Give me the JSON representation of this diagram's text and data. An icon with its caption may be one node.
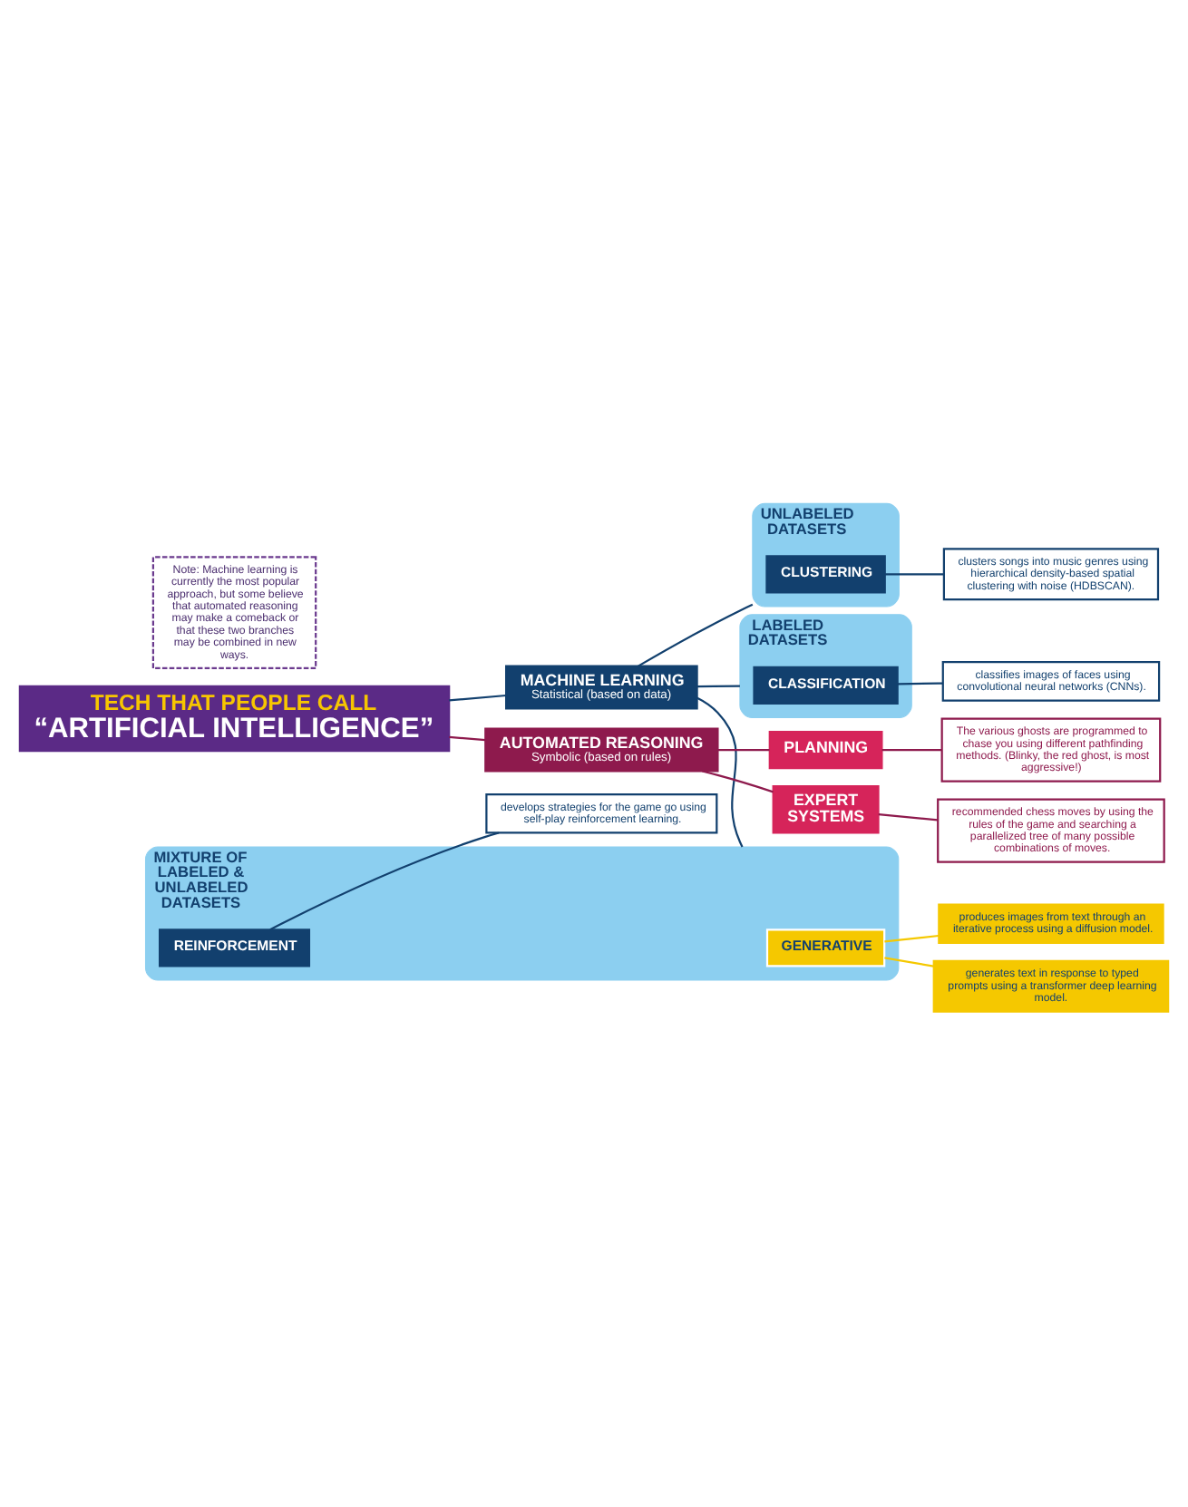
{
  "diagram": {
    "nodes": [
      {
        "text": [
          "TECH THAT PEOPLE CALL",
          "“ARTIFICIAL INTELLIGENCE”"
        ]
      },
      {
        "text": [
          "MACHINE LEARNING",
          "Statistical (based on data)"
        ]
      },
      {
        "text": [
          "AUTOMATED REASONING",
          "Symbolic (based on rules)"
        ]
      },
      {
        "text": [
          "Note: Machine learning is currently the most popular approach, but some believe that automated reasoning may make a comeback or that these two branches may be combined in new ways."
        ]
      },
      {
        "text": [
          "recommended chess moves by using the rules of the game and searching a parallelized tree of many possible combinations of moves."
        ]
      },
      {
        "text": [
          "EXPERT SYSTEMS"
        ]
      },
      {
        "text": [
          "The various ghosts are programmed to chase you using different pathfinding methods. (Blinky, the red ghost, is most aggressive!)"
        ]
      },
      {
        "text": [
          "PLANNING"
        ]
      },
      {
        "text": [
          "LABELED DATASETS"
        ]
      },
      {
        "text": [
          "CLASSIFICATION"
        ],
        "in": 8
      },
      {
        "text": [
          "classifies images of faces using convolutional neural networks (CNNs)."
        ]
      },
      {
        "text": [
          "MIXTURE OF LABELED & UNLABELED DATASETS"
        ]
      },
      {
        "text": [
          "GENERATIVE"
        ],
        "in": 11
      },
      {
        "text": [
          "REINFORCEMENT"
        ],
        "in": 11
      },
      {
        "text": [
          "produces images from text through an iterative process using a diffusion model."
        ]
      },
      {
        "text": [
          "generates text in response to typed prompts using a transformer deep learning model."
        ]
      },
      {
        "text": [
          "develops strategies for the game go using self-play reinforcement learning."
        ]
      },
      {
        "text": [
          "UNLABELED DATASETS"
        ]
      },
      {
        "text": [
          "CLUSTERING"
        ],
        "in": 17
      },
      {
        "text": [
          "clusters songs into music genres using hierarchical density-based spatial clustering with noise (HDBSCAN)."
        ]
      }
    ],
    "edges": [
      {
        "from": 0,
        "to": 1,
        "arrow": "none"
      },
      {
        "from": 0,
        "to": 2,
        "arrow": "none",
        "color": "#8e1a4d"
      },
      {
        "from": 2,
        "to": 5,
        "arrow": "none",
        "color": "#8e1a4d"
      },
      {
        "from": 2,
        "to": 7,
        "arrow": "none",
        "color": "#8e1a4d"
      },
      {
        "from": 5,
        "to": 4,
        "arrow": "none",
        "color": "#8e1a4d"
      },
      {
        "from": 7,
        "to": 6,
        "arrow": "none",
        "color": "#8e1a4d"
      },
      {
        "from": 1,
        "to": 8,
        "arrow": "none"
      },
      {
        "from": 1,
        "to": 11,
        "arrow": "none"
      },
      {
        "from": 1,
        "to": 17,
        "arrow": "none"
      },
      {
        "from": 9,
        "to": 10,
        "arrow": "none"
      },
      {
        "from": 12,
        "to": 14,
        "arrow": "none",
        "color": "#f5c800"
      },
      {
        "from": 12,
        "to": 15,
        "arrow": "none",
        "color": "#f5c800"
      },
      {
        "from": 13,
        "to": 16,
        "arrow": "none"
      },
      {
        "from": 18,
        "to": 19,
        "arrow": "none"
      }
    ]
  }
}
